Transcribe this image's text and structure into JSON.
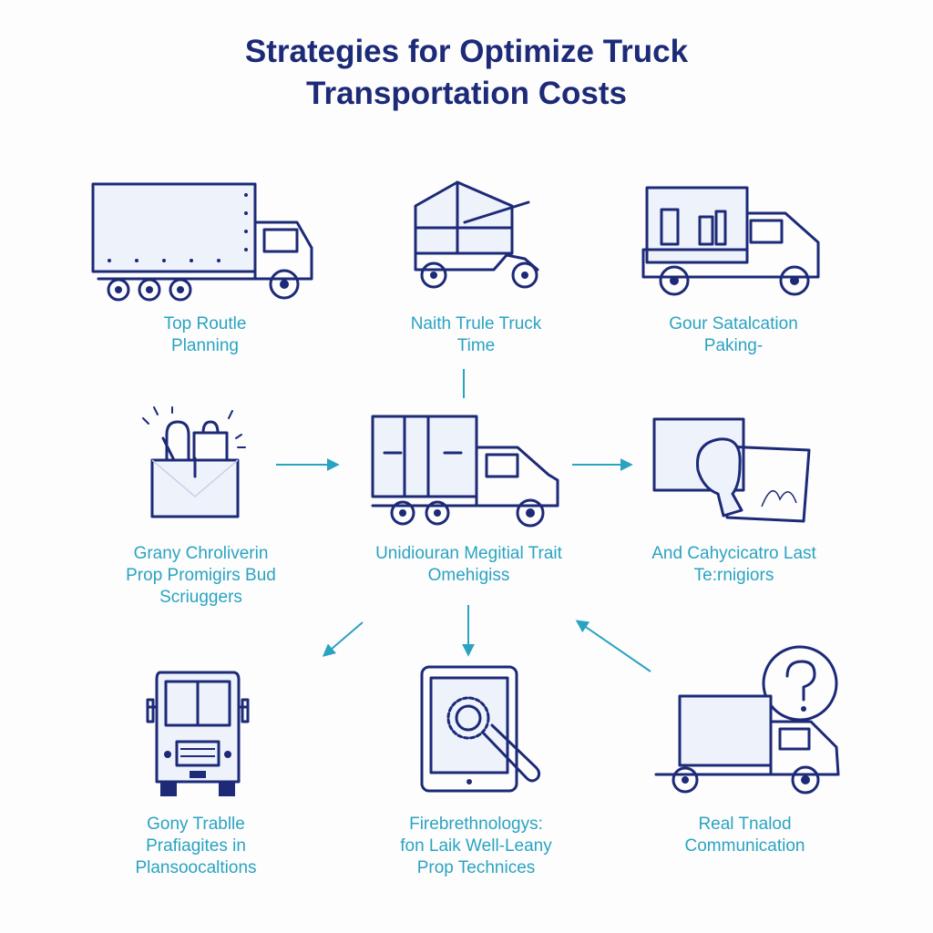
{
  "title": {
    "line1": "Strategies for Optimize Truck",
    "line2": "Transportation Costs"
  },
  "colors": {
    "title": "#1c2a78",
    "label": "#2aa3c2",
    "icon_stroke": "#1c2a78",
    "arrow": "#2aa3c2"
  },
  "items": [
    {
      "icon": "box-truck-icon",
      "lines": [
        "Top Routle",
        "Planning"
      ]
    },
    {
      "icon": "frame-truck-icon",
      "lines": [
        "Naith Trule Truck",
        "Time"
      ]
    },
    {
      "icon": "delivery-truck-icon",
      "lines": [
        "Gour Satalcation",
        "Paking-"
      ]
    },
    {
      "icon": "shopping-bag-icon",
      "lines": [
        "Grany Chroliverin",
        "Prop Promigirs Bud",
        "Scriuggers"
      ]
    },
    {
      "icon": "central-truck-icon",
      "lines": [
        "Unidiouran Megitial Trait",
        "Omehigiss"
      ]
    },
    {
      "icon": "map-icon",
      "lines": [
        "And Cahycicatro Last",
        "Te:rnigiors"
      ]
    },
    {
      "icon": "truck-front-icon",
      "lines": [
        "Gony Trablle",
        "Prafiagites in",
        "Plansoocaltions"
      ]
    },
    {
      "icon": "tablet-magnifier-icon",
      "lines": [
        "Firebrethnologys:",
        "fon Laik Well-Leany",
        "Prop Technices"
      ]
    },
    {
      "icon": "truck-question-icon",
      "lines": [
        "Real Tnalod",
        "Communication"
      ]
    }
  ]
}
